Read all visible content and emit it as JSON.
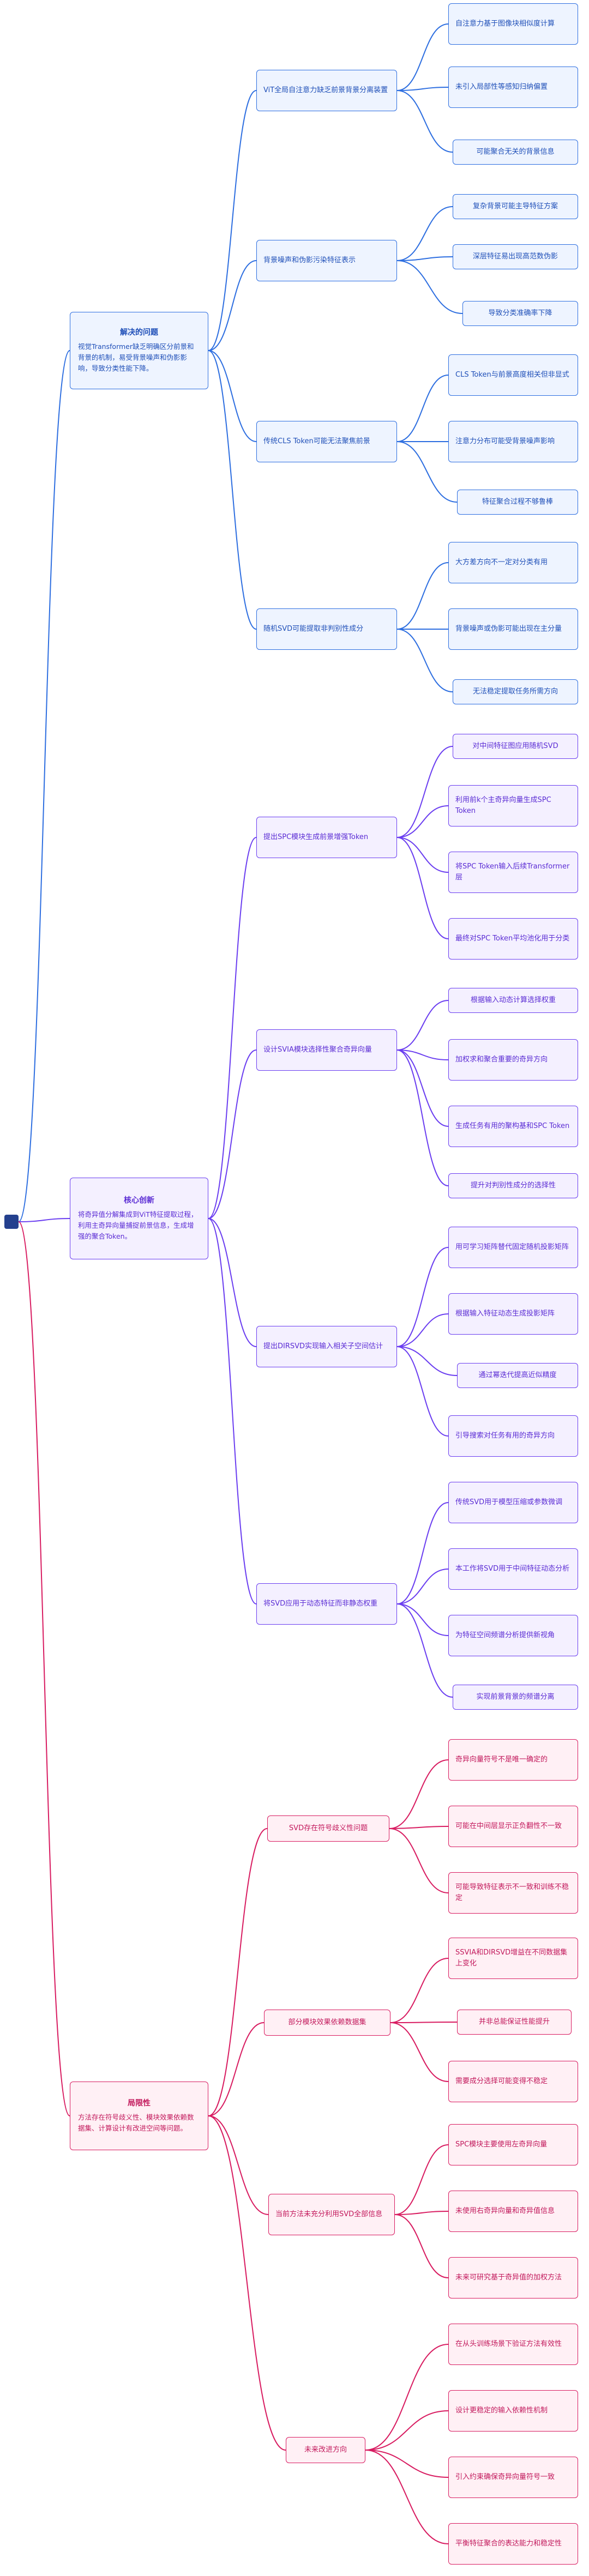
{
  "root": {
    "icon": "root-square"
  },
  "colors": {
    "blue": "#2d6ee0",
    "purple": "#6a3df0",
    "pink": "#d81b60",
    "root": "#24408e"
  },
  "branches": [
    {
      "title": "解决的问题",
      "desc": "视觉Transformer缺乏明确区分前景和背景的机制，易受背景噪声和伪影影响，导致分类性能下降。",
      "children": [
        {
          "label": "ViT全局自注意力缺乏前景背景分离装置",
          "children": [
            "自注意力基于图像块相似度计算",
            "未引入局部性等感知归纳偏置",
            "可能聚合无关的背景信息"
          ]
        },
        {
          "label": "背景噪声和伪影污染特征表示",
          "children": [
            "复杂背景可能主导特征方案",
            "深层特征易出现高范数伪影",
            "导致分类准确率下降"
          ]
        },
        {
          "label": "传统CLS Token可能无法聚焦前景",
          "children": [
            "CLS Token与前景高度相关但非显式",
            "注意力分布可能受背景噪声影响",
            "特征聚合过程不够鲁棒"
          ]
        },
        {
          "label": "随机SVD可能提取非判别性成分",
          "children": [
            "大方差方向不一定对分类有用",
            "背景噪声或伪影可能出现在主分量",
            "无法稳定提取任务所需方向"
          ]
        }
      ]
    },
    {
      "title": "核心创新",
      "desc": "将奇异值分解集成到ViT特征提取过程，利用主奇异向量捕捉前景信息，生成增强的聚合Token。",
      "children": [
        {
          "label": "提出SPC模块生成前景增强Token",
          "children": [
            "对中间特征图应用随机SVD",
            "利用前k个主奇异向量生成SPC Token",
            "将SPC Token输入后续Transformer层",
            "最终对SPC Token平均池化用于分类"
          ]
        },
        {
          "label": "设计SVIA模块选择性聚合奇异向量",
          "children": [
            "根据输入动态计算选择权重",
            "加权求和聚合重要的奇异方向",
            "生成任务有用的聚构基和SPC Token",
            "提升对判别性成分的选择性"
          ]
        },
        {
          "label": "提出DIRSVD实现输入相关子空间估计",
          "children": [
            "用可学习矩阵替代固定随机投影矩阵",
            "根据输入特征动态生成投影矩阵",
            "通过幂迭代提高近似精度",
            "引导搜索对任务有用的奇异方向"
          ]
        },
        {
          "label": "将SVD应用于动态特征而非静态权重",
          "children": [
            "传统SVD用于模型压缩或参数微调",
            "本工作将SVD用于中间特征动态分析",
            "为特征空间频谱分析提供新视角",
            "实现前景背景的频谱分离"
          ]
        }
      ]
    },
    {
      "title": "局限性",
      "desc": "方法存在符号歧义性、模块效果依赖数据集、计算设计有改进空间等问题。",
      "children": [
        {
          "label": "SVD存在符号歧义性问题",
          "children": [
            "奇异向量符号不是唯一确定的",
            "可能在中间层显示正负翻性不一致",
            "可能导致特征表示不一致和训练不稳定"
          ]
        },
        {
          "label": "部分模块效果依赖数据集",
          "children": [
            "SSVIA和DIRSVD增益在不同数据集上变化",
            "并非总能保证性能提升",
            "需要成分选择可能变得不稳定"
          ]
        },
        {
          "label": "当前方法未充分利用SVD全部信息",
          "children": [
            "SPC模块主要使用左奇异向量",
            "未使用右奇异向量和奇异值信息",
            "未来可研究基于奇异值的加权方法"
          ]
        },
        {
          "label": "未来改进方向",
          "children": [
            "在从头训练场景下验证方法有效性",
            "设计更稳定的输入依赖性机制",
            "引入约束确保奇异向量符号一致",
            "平衡特征聚合的表达能力和稳定性"
          ]
        }
      ]
    }
  ]
}
